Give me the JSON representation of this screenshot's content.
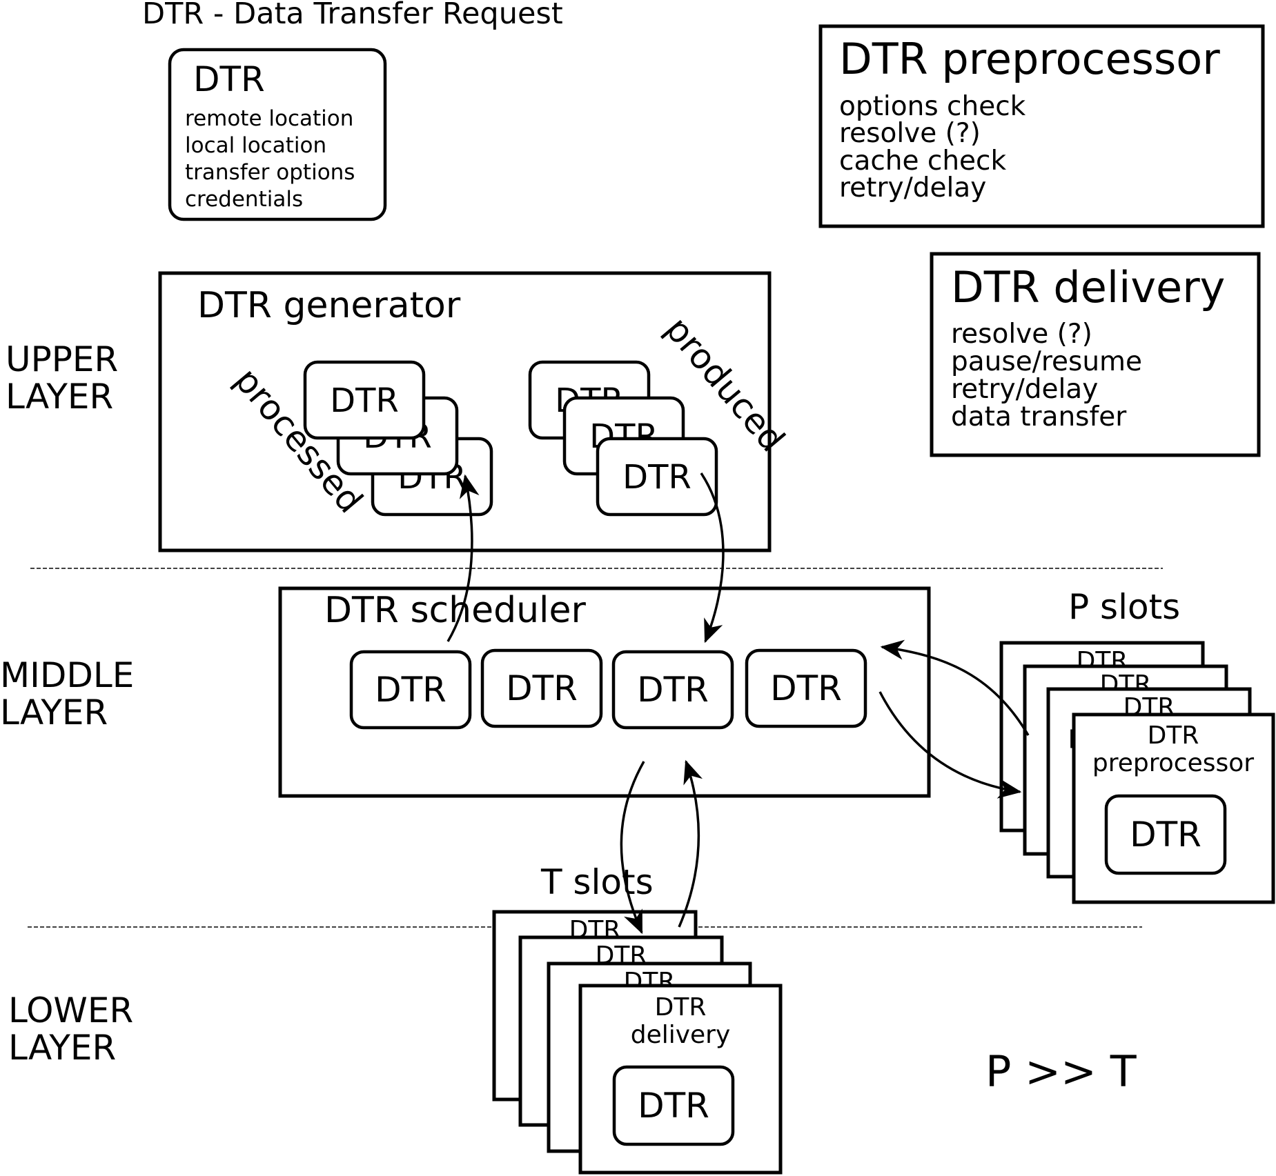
{
  "title": "DTR - Data Transfer Request",
  "dtr_card": {
    "label": "DTR",
    "fields": [
      "remote location",
      "local location",
      "transfer options",
      "credentials"
    ]
  },
  "preprocessor_card": {
    "title": "DTR preprocessor",
    "items": [
      "options check",
      "resolve (?)",
      "cache check",
      "retry/delay"
    ]
  },
  "delivery_card": {
    "title": "DTR delivery",
    "items": [
      "resolve (?)",
      "pause/resume",
      "retry/delay",
      "data transfer"
    ]
  },
  "layers": {
    "upper": [
      "UPPER",
      "LAYER"
    ],
    "middle": [
      "MIDDLE",
      "LAYER"
    ],
    "lower": [
      "LOWER",
      "LAYER"
    ]
  },
  "generator": {
    "title": "DTR generator",
    "processed_label": "processed",
    "produced_label": "produced",
    "dtr_label": "DTR"
  },
  "scheduler": {
    "title": "DTR scheduler",
    "queue": [
      "DTR",
      "DTR",
      "DTR",
      "DTR"
    ]
  },
  "p_slots": {
    "label": "P slots",
    "slot_title": [
      "DTR",
      "preprocessor"
    ],
    "dtr_label": "DTR"
  },
  "t_slots": {
    "label": "T slots",
    "slot_title": [
      "DTR",
      "delivery"
    ],
    "dtr_label": "DTR"
  },
  "relation": "P >> T"
}
